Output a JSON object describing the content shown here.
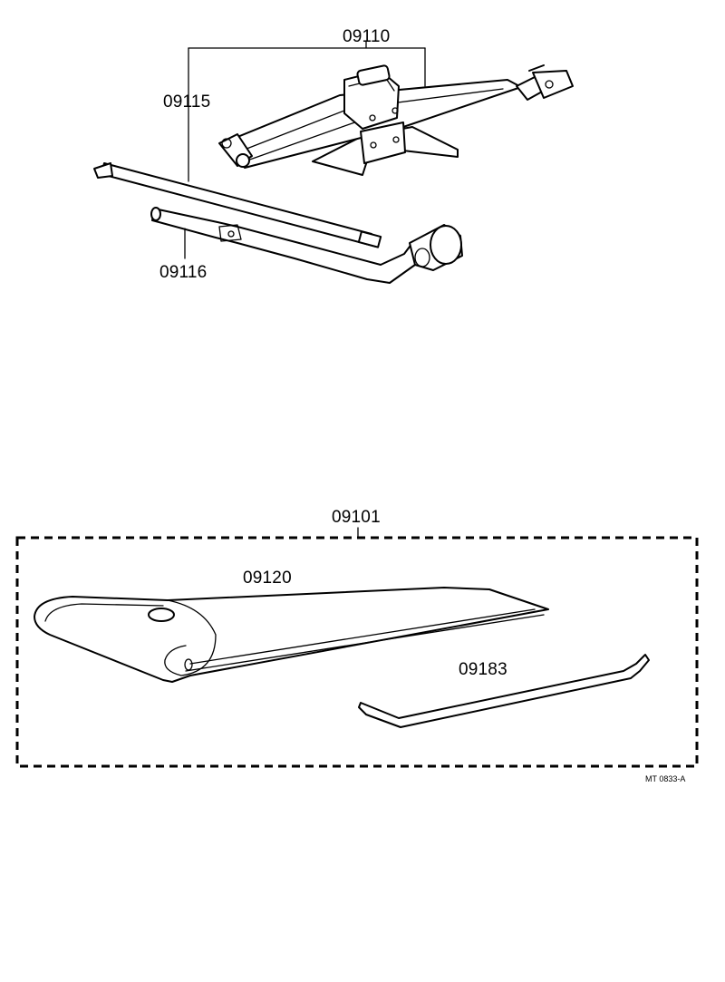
{
  "parts": {
    "jack_assembly": "09110",
    "jack_handle": "09115",
    "wheel_nut_wrench": "09116",
    "tool_kit_set": "09101",
    "tool_bag": "09120",
    "lever_hook": "09183"
  },
  "reference_code": "MT 0833-A"
}
